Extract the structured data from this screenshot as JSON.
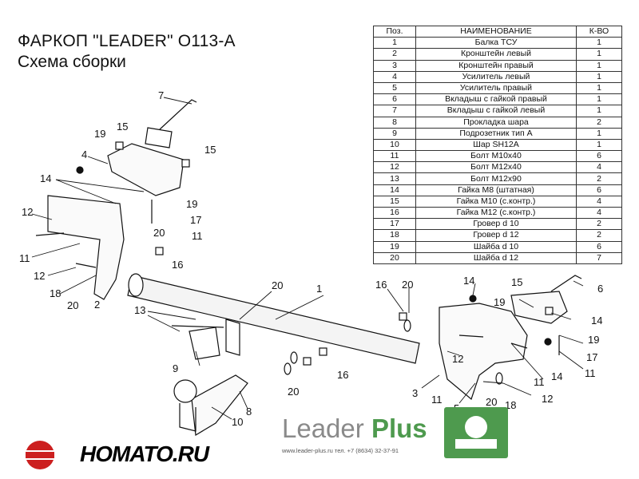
{
  "title": "ФАРКОП \"LEADER\" O113-A",
  "subtitle": "Схема сборки",
  "table": {
    "headers": [
      "Поз.",
      "НАИМЕНОВАНИЕ",
      "К-ВО"
    ],
    "rows": [
      [
        "1",
        "Балка ТСУ",
        "1"
      ],
      [
        "2",
        "Кронштейн левый",
        "1"
      ],
      [
        "3",
        "Кронштейн правый",
        "1"
      ],
      [
        "4",
        "Усилитель левый",
        "1"
      ],
      [
        "5",
        "Усилитель правый",
        "1"
      ],
      [
        "6",
        "Вкладыш с гайкой правый",
        "1"
      ],
      [
        "7",
        "Вкладыш с гайкой левый",
        "1"
      ],
      [
        "8",
        "Прокладка шара",
        "2"
      ],
      [
        "9",
        "Подрозетник тип А",
        "1"
      ],
      [
        "10",
        "Шар SH12A",
        "1"
      ],
      [
        "11",
        "Болт М10х40",
        "6"
      ],
      [
        "12",
        "Болт М12х40",
        "4"
      ],
      [
        "13",
        "Болт М12х90",
        "2"
      ],
      [
        "14",
        "Гайка  М8 (штатная)",
        "6"
      ],
      [
        "15",
        "Гайка  М10 (с.контр.)",
        "4"
      ],
      [
        "16",
        "Гайка М12 (с.контр.)",
        "4"
      ],
      [
        "17",
        "Гровер d 10",
        "2"
      ],
      [
        "18",
        "Гровер d 12",
        "2"
      ],
      [
        "19",
        "Шайба d 10",
        "6"
      ],
      [
        "20",
        "Шайба d 12",
        "7"
      ]
    ]
  },
  "callouts": [
    "1",
    "2",
    "3",
    "4",
    "5",
    "6",
    "7",
    "8",
    "9",
    "10",
    "11",
    "12",
    "13",
    "14",
    "15",
    "16",
    "17",
    "18",
    "19",
    "20"
  ],
  "brand": {
    "name_light": "Leader",
    "name_bold": "Plus",
    "contacts": "www.leader-plus.ru   тел. +7 (8634) 32-37-91",
    "color_green": "#4e9a4e"
  },
  "watermark": "HOMATO.RU"
}
